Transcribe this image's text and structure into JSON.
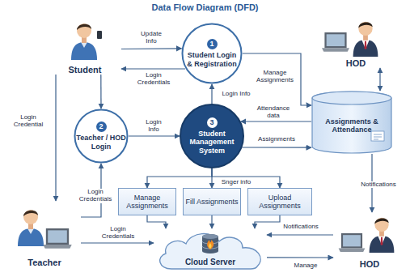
{
  "diagram": {
    "title": "Data Flow Diagram (DFD)",
    "nodes": [
      {
        "text": [
          "Student"
        ]
      },
      {
        "text": [
          "HOD"
        ]
      },
      {
        "text": [
          "1",
          "Student Login & Registration"
        ]
      },
      {
        "text": [
          "2",
          "Teacher / HOD Login"
        ]
      },
      {
        "text": [
          "3",
          "Student Management System"
        ]
      },
      {
        "text": [
          "Assignments & Attendance"
        ]
      },
      {
        "text": [
          "Manage Assignments"
        ]
      },
      {
        "text": [
          "Fill Assignments"
        ]
      },
      {
        "text": [
          "Upload Assignments"
        ]
      },
      {
        "text": [
          "Teacher"
        ]
      },
      {
        "text": [
          "HOD"
        ]
      },
      {
        "text": [
          "Cloud Server"
        ]
      }
    ],
    "edges": [
      {
        "from": 0,
        "to": 2,
        "label": "Update Info",
        "arrow": "to"
      },
      {
        "from": 2,
        "to": 0,
        "label": "Login Credentials",
        "arrow": "to"
      },
      {
        "from": 0,
        "to": 3,
        "arrow": "to"
      },
      {
        "from": 3,
        "to": 4,
        "label": "Login Info",
        "arrow": "to"
      },
      {
        "from": 4,
        "to": 2,
        "label": "Login Info",
        "arrow": "to"
      },
      {
        "from": 2,
        "to": 5,
        "label": "Manage Assignments",
        "arrow": "to"
      },
      {
        "from": 1,
        "to": 5,
        "arrow": "both"
      },
      {
        "from": 5,
        "to": 4,
        "label": "Attendance data",
        "arrow": "to"
      },
      {
        "from": 4,
        "to": 5,
        "label": "Assignments",
        "arrow": "to"
      },
      {
        "from": 4,
        "to": 6,
        "arrow": "to"
      },
      {
        "from": 4,
        "to": 7,
        "label": "Snger info",
        "arrow": "to"
      },
      {
        "from": 4,
        "to": 8,
        "arrow": "to"
      },
      {
        "from": 0,
        "to": 9,
        "label": "Login Credential",
        "arrow": "to"
      },
      {
        "from": 9,
        "to": 3,
        "label": "Login Credentials",
        "arrow": "to"
      },
      {
        "from": 9,
        "to": 11,
        "label": "Login Credentials",
        "arrow": "to"
      },
      {
        "from": 5,
        "to": 10,
        "label": "Notifications",
        "arrow": "to"
      },
      {
        "from": 10,
        "to": 11,
        "label": "Notifications",
        "arrow": "to"
      },
      {
        "from": 11,
        "to": 10,
        "label": "Manage",
        "arrow": "to"
      },
      {
        "from": 6,
        "to": 11,
        "arrow": "to"
      },
      {
        "from": 7,
        "to": 11,
        "arrow": "to"
      },
      {
        "from": 8,
        "to": 11,
        "arrow": "to"
      }
    ]
  }
}
